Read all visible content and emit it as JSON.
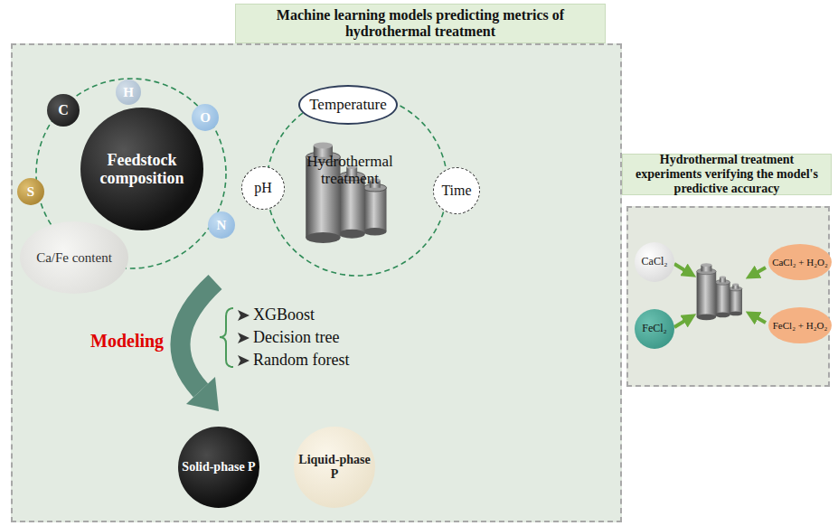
{
  "diagram": {
    "nodes": [
      {
        "text": [
          "Machine learning models predicting metrics of hydrothermal treatment"
        ]
      },
      {
        "text": [
          "Feedstock composition"
        ],
        "in": 0
      },
      {
        "text": [
          "C"
        ],
        "in": 0
      },
      {
        "text": [
          "H"
        ],
        "in": 0
      },
      {
        "text": [
          "O"
        ],
        "in": 0
      },
      {
        "text": [
          "N"
        ],
        "in": 0
      },
      {
        "text": [
          "S"
        ],
        "in": 0
      },
      {
        "text": [
          "Ca/Fe content"
        ],
        "in": 0
      },
      {
        "text": [
          "Temperature"
        ],
        "in": 0
      },
      {
        "text": [
          "pH"
        ],
        "in": 0
      },
      {
        "text": [
          "Hydrothermal treatment"
        ],
        "in": 0
      },
      {
        "text": [
          "Time"
        ],
        "in": 0
      },
      {
        "text": [
          "Solid-phase P"
        ],
        "in": 0
      },
      {
        "text": [
          "Liquid-phase P"
        ],
        "in": 0
      },
      {
        "text": [
          "Hydrothermal treatment experiments verifying the model's predictive accuracy"
        ]
      },
      {
        "text": [
          "CaCl₂"
        ],
        "in": 14
      },
      {
        "text": [
          "FeCl₂"
        ],
        "in": 14
      },
      {
        "text": [
          "CaCl₂ + H₂O₂"
        ],
        "in": 14
      },
      {
        "text": [
          "FeCl₂ + H₂O₂"
        ],
        "in": 14
      }
    ],
    "labels": [
      "Modeling",
      "XGBoost",
      "Decision tree",
      "Random forest"
    ]
  }
}
